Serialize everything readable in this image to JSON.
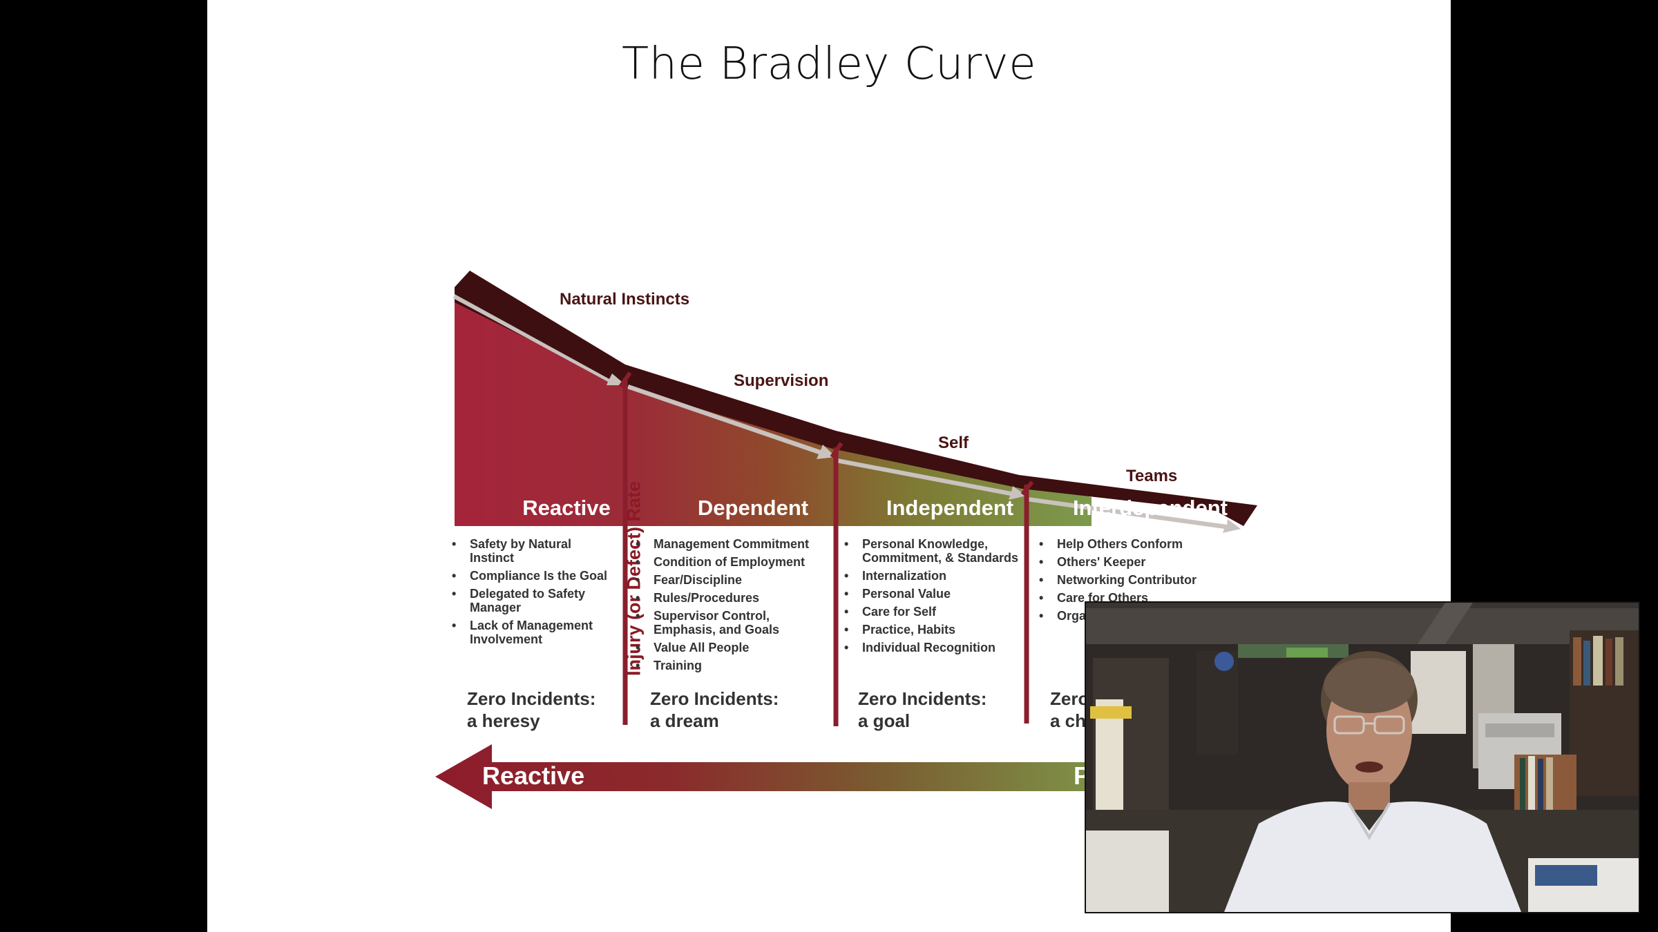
{
  "slide": {
    "title": "The Bradley Curve"
  },
  "diagram": {
    "y_axis_label": "Injury (or Defect) Rate",
    "curve_labels": [
      "Natural Instincts",
      "Supervision",
      "Self",
      "Teams"
    ],
    "columns": [
      {
        "stage": "Reactive",
        "bullets": [
          "Safety by Natural Instinct",
          "Compliance Is the Goal",
          "Delegated to Safety Manager",
          "Lack of Management Involvement"
        ],
        "zero_line1": "Zero Incidents:",
        "zero_line2": "a heresy"
      },
      {
        "stage": "Dependent",
        "bullets": [
          "Management Commitment",
          "Condition of Employment",
          "Fear/Discipline",
          "Rules/Procedures",
          "Supervisor Control, Emphasis, and Goals",
          "Value All People",
          "Training"
        ],
        "zero_line1": "Zero Incidents:",
        "zero_line2": "a dream"
      },
      {
        "stage": "Independent",
        "bullets": [
          "Personal Knowledge, Commitment, & Standards",
          "Internalization",
          "Personal Value",
          "Care for Self",
          "Practice, Habits",
          "Individual Recognition"
        ],
        "zero_line1": "Zero Incidents:",
        "zero_line2": "a goal"
      },
      {
        "stage": "Interdependent",
        "bullets": [
          "Help Others Conform",
          "Others' Keeper",
          "Networking Contributor",
          "Care for Others",
          "Orga"
        ],
        "zero_line1": "Zero",
        "zero_line2": "a ch"
      }
    ],
    "bottom_arrow": {
      "left_label": "Reactive",
      "right_label": "P"
    },
    "colors": {
      "reactive": "#a0283a",
      "dependent": "#8e3a2a",
      "independent": "#7a6a30",
      "interdependent": "#7b9448",
      "curve_band": "#3d0f10"
    }
  },
  "webcam": {
    "content": "presenter-video-feed"
  }
}
